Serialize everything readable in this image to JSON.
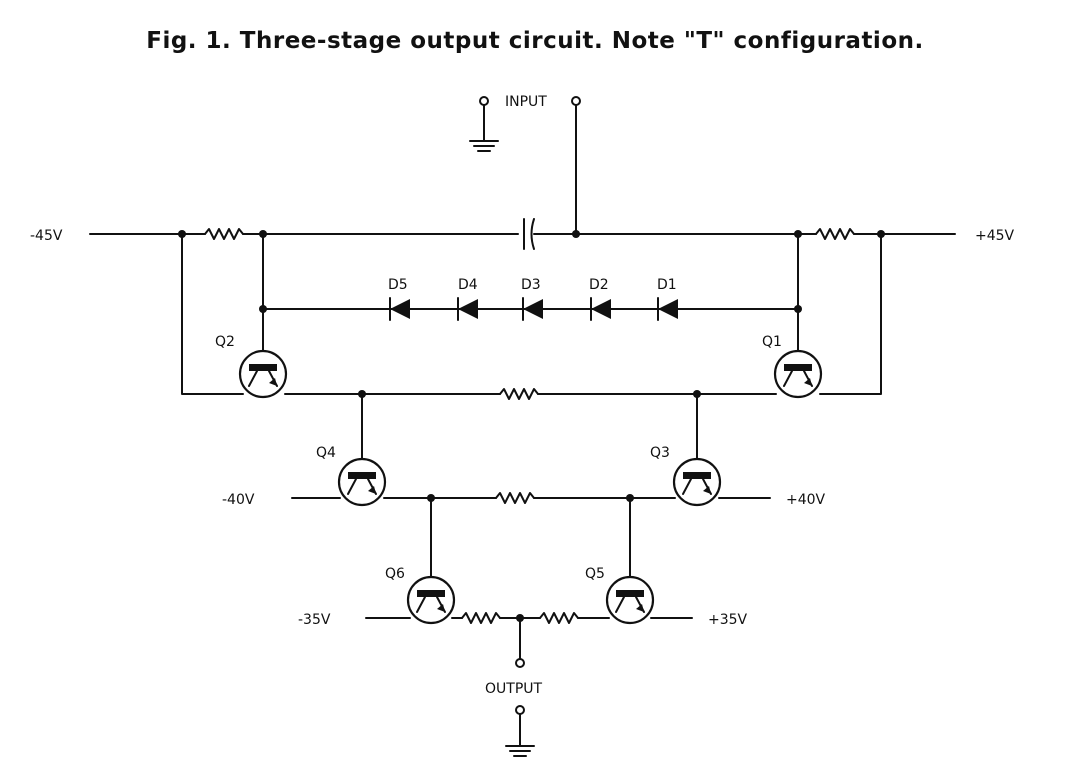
{
  "caption": "Fig. 1. Three-stage output circuit. Note \"T\" configuration.",
  "labels": {
    "input": "INPUT",
    "output": "OUTPUT",
    "v_neg45": "-45V",
    "v_pos45": "+45V",
    "v_neg40": "-40V",
    "v_pos40": "+40V",
    "v_neg35": "-35V",
    "v_pos35": "+35V"
  },
  "diodes": [
    "D5",
    "D4",
    "D3",
    "D2",
    "D1"
  ],
  "transistors": [
    "Q1",
    "Q2",
    "Q3",
    "Q4",
    "Q5",
    "Q6"
  ]
}
